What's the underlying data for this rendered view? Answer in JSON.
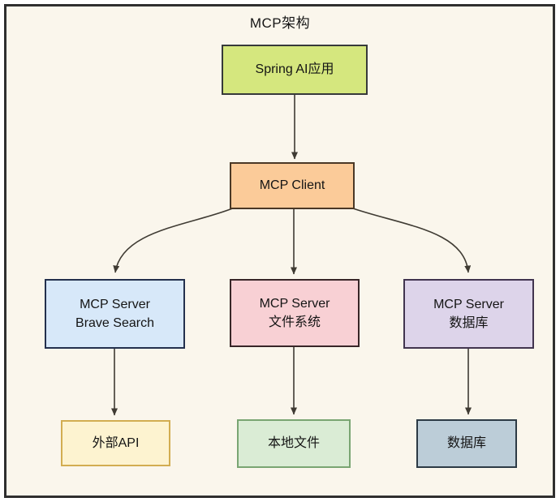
{
  "diagram": {
    "title": "MCP架构",
    "background": "#faf6ec",
    "frame_border": "#2f2f2f",
    "arrow_color": "#3f3b33"
  },
  "nodes": {
    "spring_ai": {
      "label": "Spring AI应用",
      "fill": "#d5e77e",
      "border": "#36393a"
    },
    "mcp_client": {
      "label": "MCP Client",
      "fill": "#fbcb99",
      "border": "#4a3826"
    },
    "server_brave": {
      "label": "MCP Server\nBrave Search",
      "fill": "#d7e8f9",
      "border": "#23304d"
    },
    "server_fs": {
      "label": "MCP Server\n文件系统",
      "fill": "#f8d0d4",
      "border": "#382628"
    },
    "server_db": {
      "label": "MCP Server\n数据库",
      "fill": "#ddd4ea",
      "border": "#41344f"
    },
    "ext_api": {
      "label": "外部API",
      "fill": "#fdf3d0",
      "border": "#d2ad51"
    },
    "local_files": {
      "label": "本地文件",
      "fill": "#daecd5",
      "border": "#79a572"
    },
    "database": {
      "label": "数据库",
      "fill": "#bccdd8",
      "border": "#2c3a45"
    }
  },
  "edges": [
    {
      "from": "spring_ai",
      "to": "mcp_client"
    },
    {
      "from": "mcp_client",
      "to": "server_brave"
    },
    {
      "from": "mcp_client",
      "to": "server_fs"
    },
    {
      "from": "mcp_client",
      "to": "server_db"
    },
    {
      "from": "server_brave",
      "to": "ext_api"
    },
    {
      "from": "server_fs",
      "to": "local_files"
    },
    {
      "from": "server_db",
      "to": "database"
    }
  ]
}
